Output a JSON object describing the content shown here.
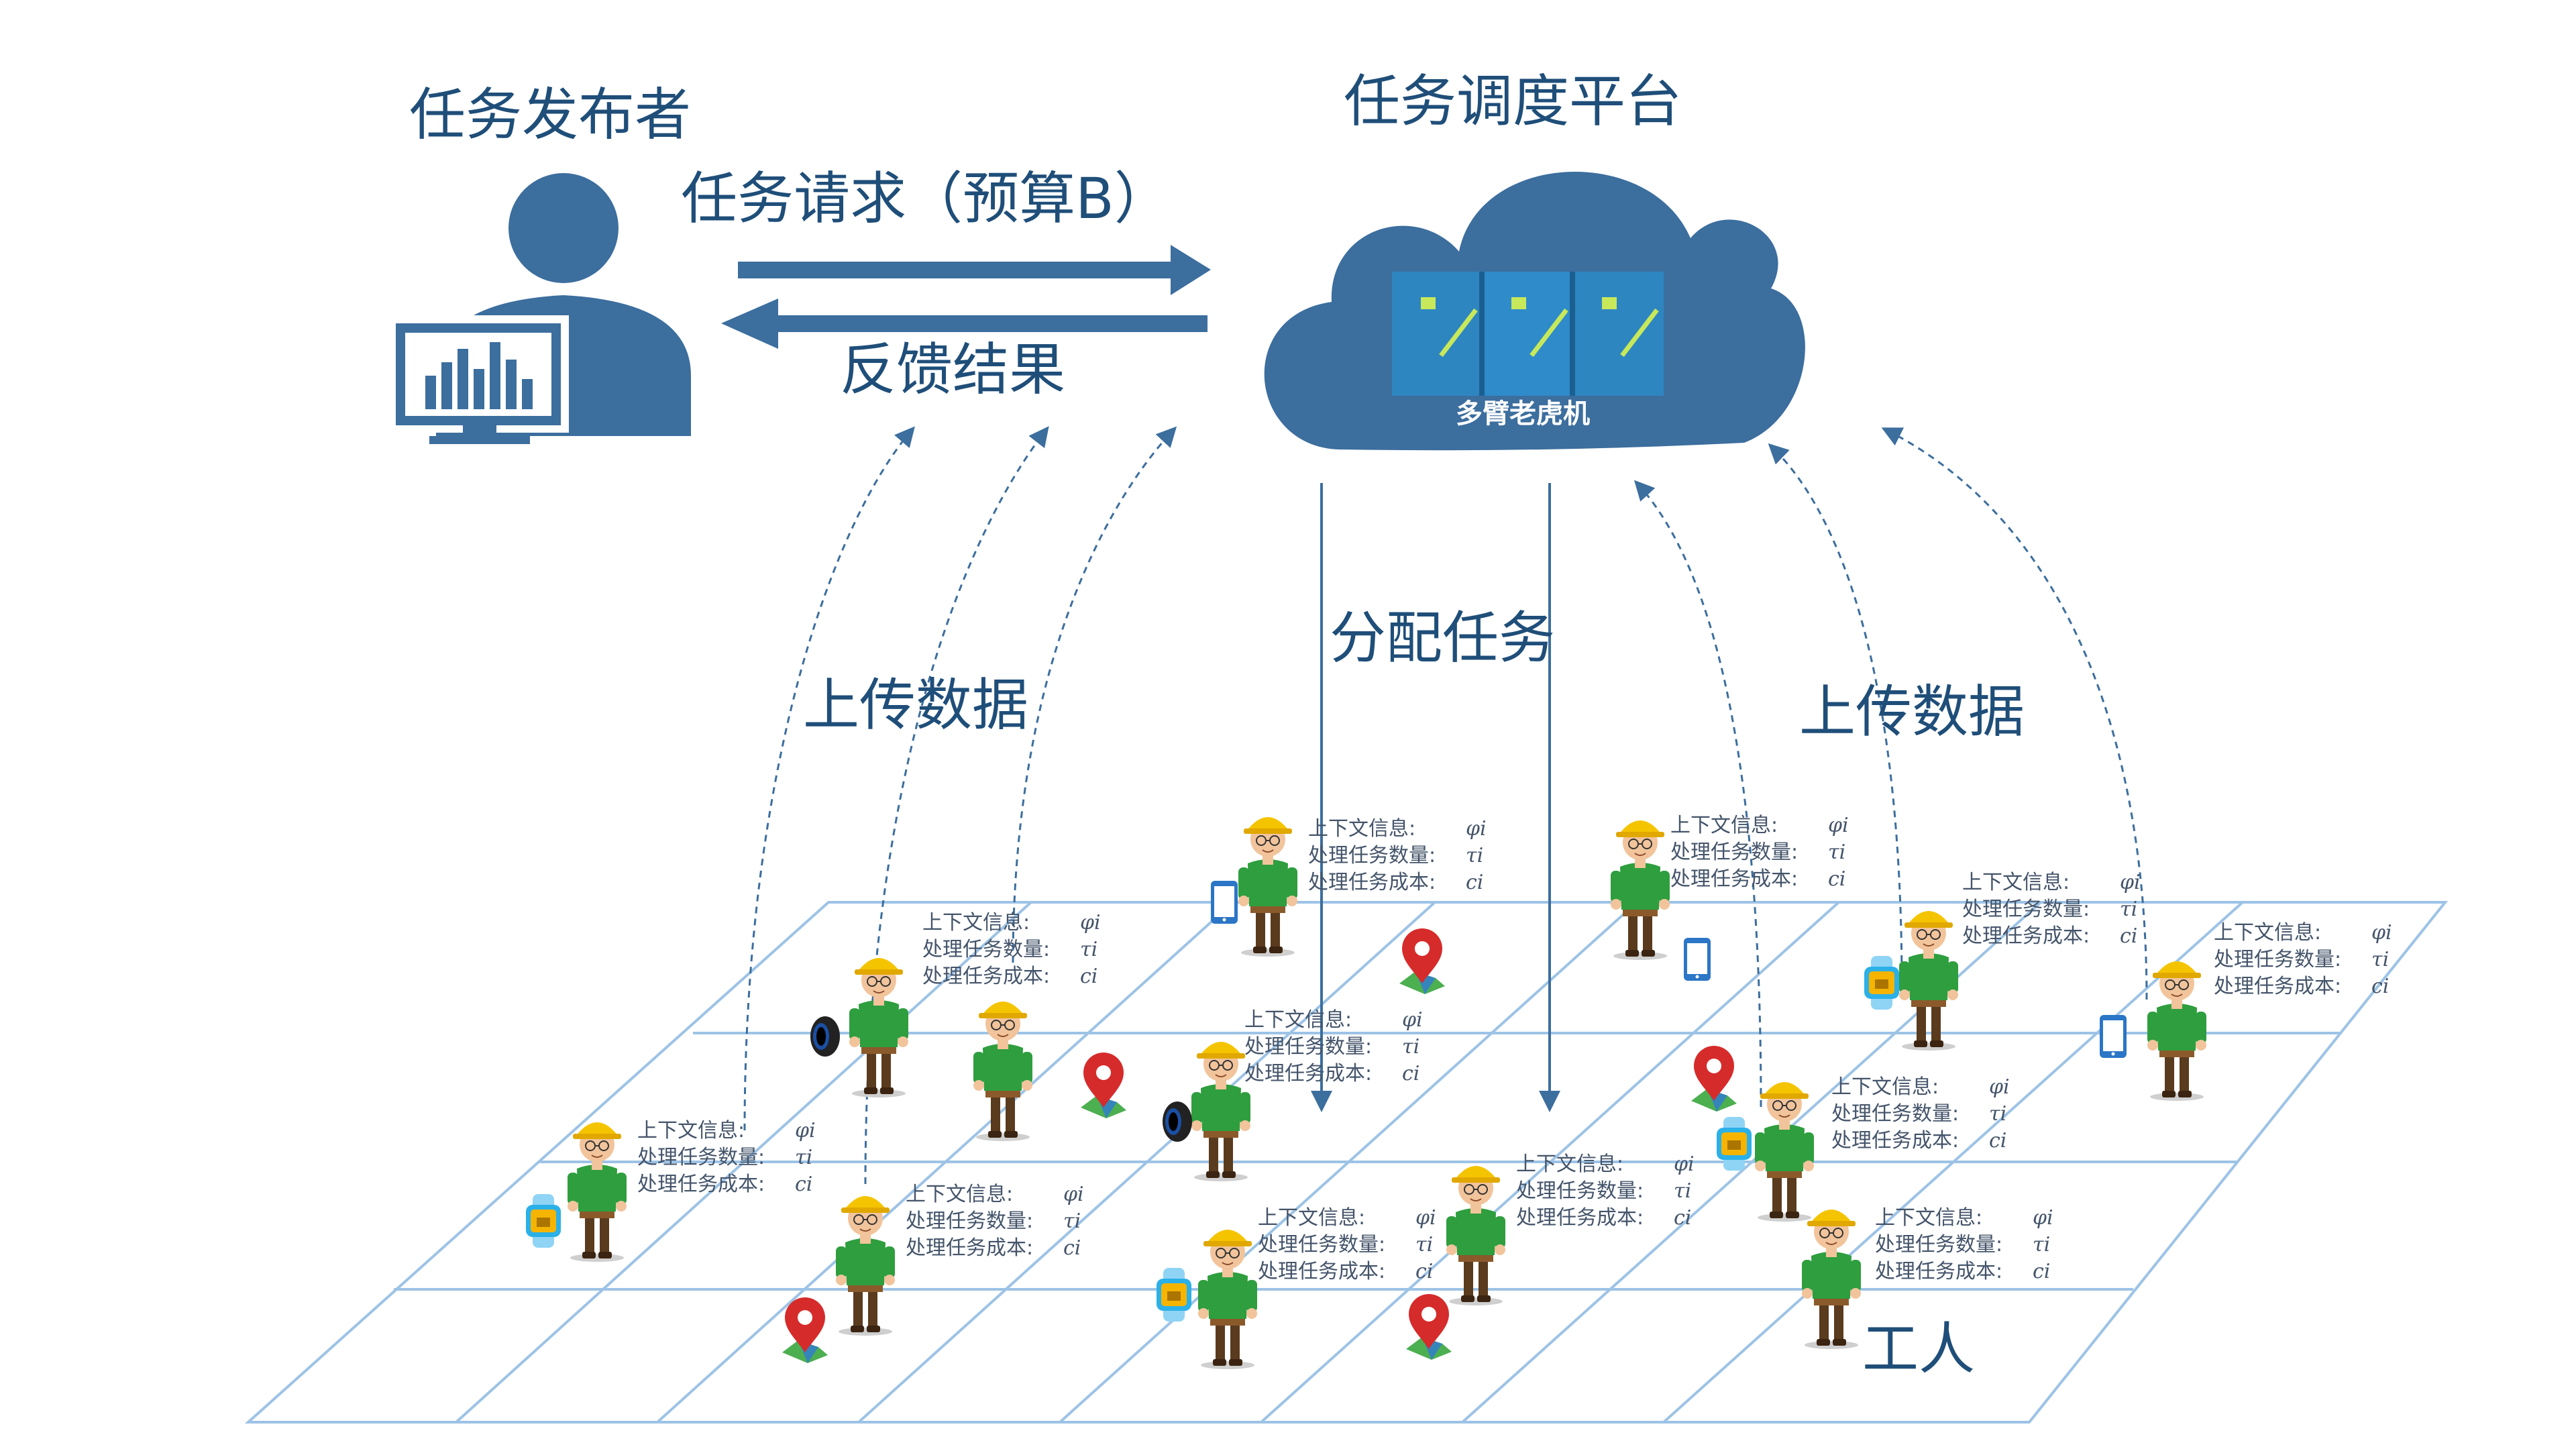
{
  "publisher": {
    "label": "任务发布者",
    "icon": "user-computer-icon"
  },
  "platform": {
    "label": "任务调度平台",
    "cloud_label": "多臂老虎机",
    "icon": "cloud-server-icon"
  },
  "arrows": {
    "request_label": "任务请求（预算B）",
    "feedback_label": "反馈结果",
    "assign_label": "分配任务",
    "upload_label_left": "上传数据",
    "upload_label_right": "上传数据"
  },
  "workers_label": "工人",
  "worker_info": {
    "context": "上下文信息:",
    "count": "处理任务数量:",
    "cost": "处理任务成本:",
    "context_sym": "φi",
    "count_sym": "τi",
    "cost_sym": "ci"
  },
  "colors": {
    "primary": "#3c6e9e",
    "dark_text": "#1f4e79",
    "grid": "#9dc3e6",
    "server": "#2e86c1",
    "pin": "#d62b2b",
    "shirt": "#2e9e3e",
    "helmet": "#f5c400"
  },
  "device_icons": [
    "phone-icon",
    "smartwatch-icon",
    "fitness-band-icon",
    "location-pin-icon"
  ]
}
